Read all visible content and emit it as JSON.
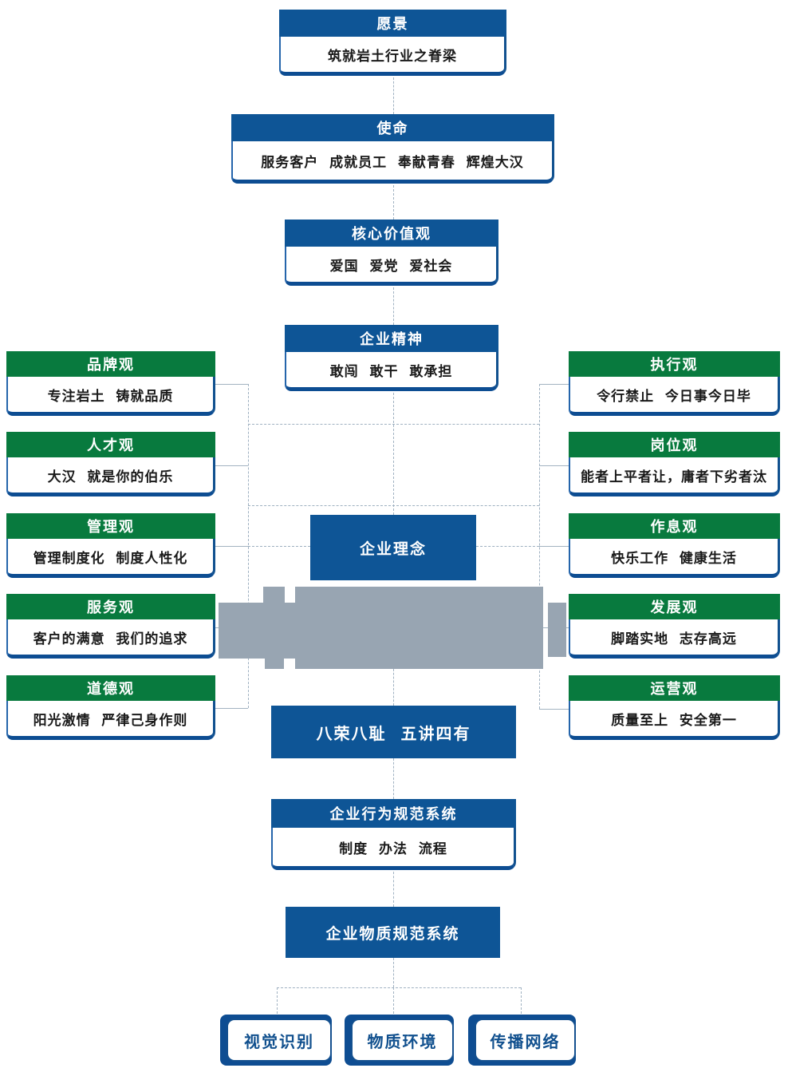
{
  "colors": {
    "node_blue": "#0e5596",
    "node_green": "#087a3e",
    "border_blue": "#2565ab",
    "shadow_blue": "#0d4d92",
    "gray_block": "#98a5b2",
    "connector": "#9fb1c1",
    "body_text": "#1a1a1a"
  },
  "center_flow": [
    {
      "id": "vision",
      "title": "愿景",
      "body": "筑就岩土行业之脊梁"
    },
    {
      "id": "mission",
      "title": "使命",
      "body": "服务客户  成就员工  奉献青春  辉煌大汉"
    },
    {
      "id": "core-values",
      "title": "核心价值观",
      "body": "爱国  爱党  爱社会"
    },
    {
      "id": "spirit",
      "title": "企业精神",
      "body": "敢闯  敢干  敢承担"
    }
  ],
  "left_values": [
    {
      "title": "品牌观",
      "body": "专注岩土  铸就品质"
    },
    {
      "title": "人才观",
      "body": "大汉  就是你的伯乐"
    },
    {
      "title": "管理观",
      "body": "管理制度化  制度人性化"
    },
    {
      "title": "服务观",
      "body": "客户的满意  我们的追求"
    },
    {
      "title": "道德观",
      "body": "阳光激情  严律己身作则"
    }
  ],
  "right_values": [
    {
      "title": "执行观",
      "body": "令行禁止  今日事今日毕"
    },
    {
      "title": "岗位观",
      "body": "能者上平者让，庸者下劣者汰"
    },
    {
      "title": "作息观",
      "body": "快乐工作  健康生活"
    },
    {
      "title": "发展观",
      "body": "脚踏实地  志存高远"
    },
    {
      "title": "运营观",
      "body": "质量至上  安全第一"
    }
  ],
  "philosophy_label": "企业理念",
  "slogan_label": "八荣八耻  五讲四有",
  "behavior_system": {
    "title": "企业行为规范系统",
    "body": "制度  办法  流程"
  },
  "material_system_label": "企业物质规范系统",
  "bottom_items": [
    {
      "label": "视觉识别"
    },
    {
      "label": "物质环境"
    },
    {
      "label": "传播网络"
    }
  ]
}
